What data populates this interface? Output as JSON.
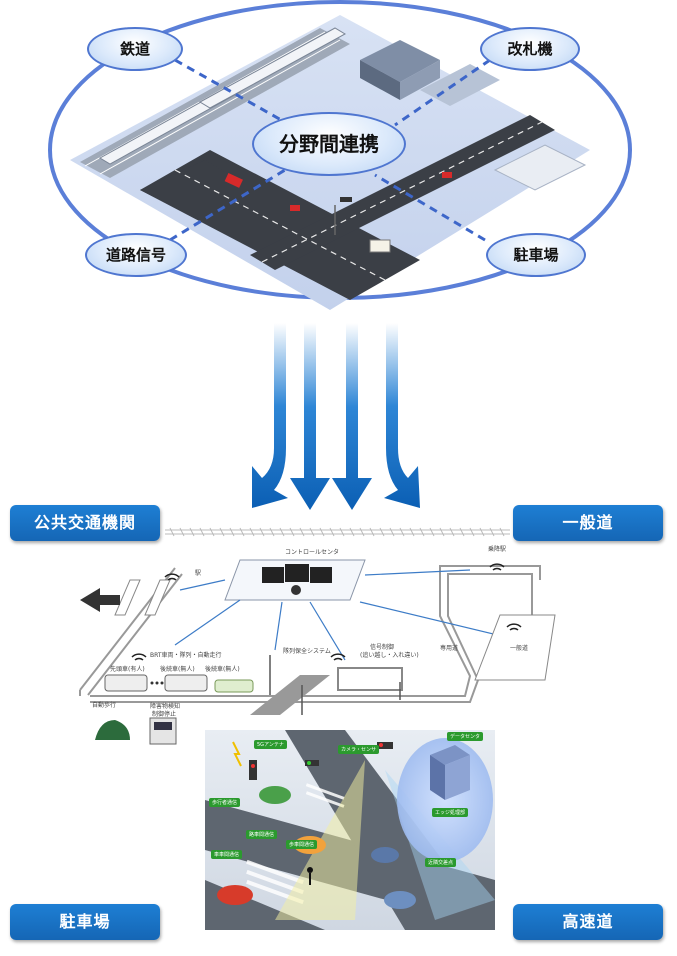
{
  "top_diagram": {
    "center_label": "分野間連携",
    "nodes": {
      "railway": "鉄道",
      "ticket_gate": "改札機",
      "road_signal": "道路信号",
      "parking": "駐車場"
    }
  },
  "categories": {
    "public_transport": "公共交通機関",
    "general_road": "一般道",
    "parking": "駐車場",
    "expressway": "高速道"
  },
  "system_diagram": {
    "control_center": "コントロールセンタ",
    "station_label": "駅",
    "roadside_station": "乗降駅",
    "bus_stop_label": "BRT車両・隊列・自動走行",
    "lead_vehicle": "先頭車(有人)",
    "follower_vehicle_1": "後続車(無人)",
    "follower_vehicle_2": "後続車(無人)",
    "priority_system": "隊列保全システム",
    "signal_control": "信号制御",
    "signal_control_sub": "(追い越し・入れ違い)",
    "dedicated_road": "専用道",
    "general_road_small": "一般道",
    "auto_walk": "自動歩行",
    "obstacle_detect": "障害物検知",
    "obstacle_stop": "制御停止"
  },
  "intersection": {
    "tags": [
      "5Gアンテナ",
      "カメラ・センサ",
      "データセンタ",
      "歩行者通信",
      "路車間通信",
      "車車間通信",
      "歩車間通信",
      "エッジ処理部",
      "近隣交差点"
    ]
  }
}
